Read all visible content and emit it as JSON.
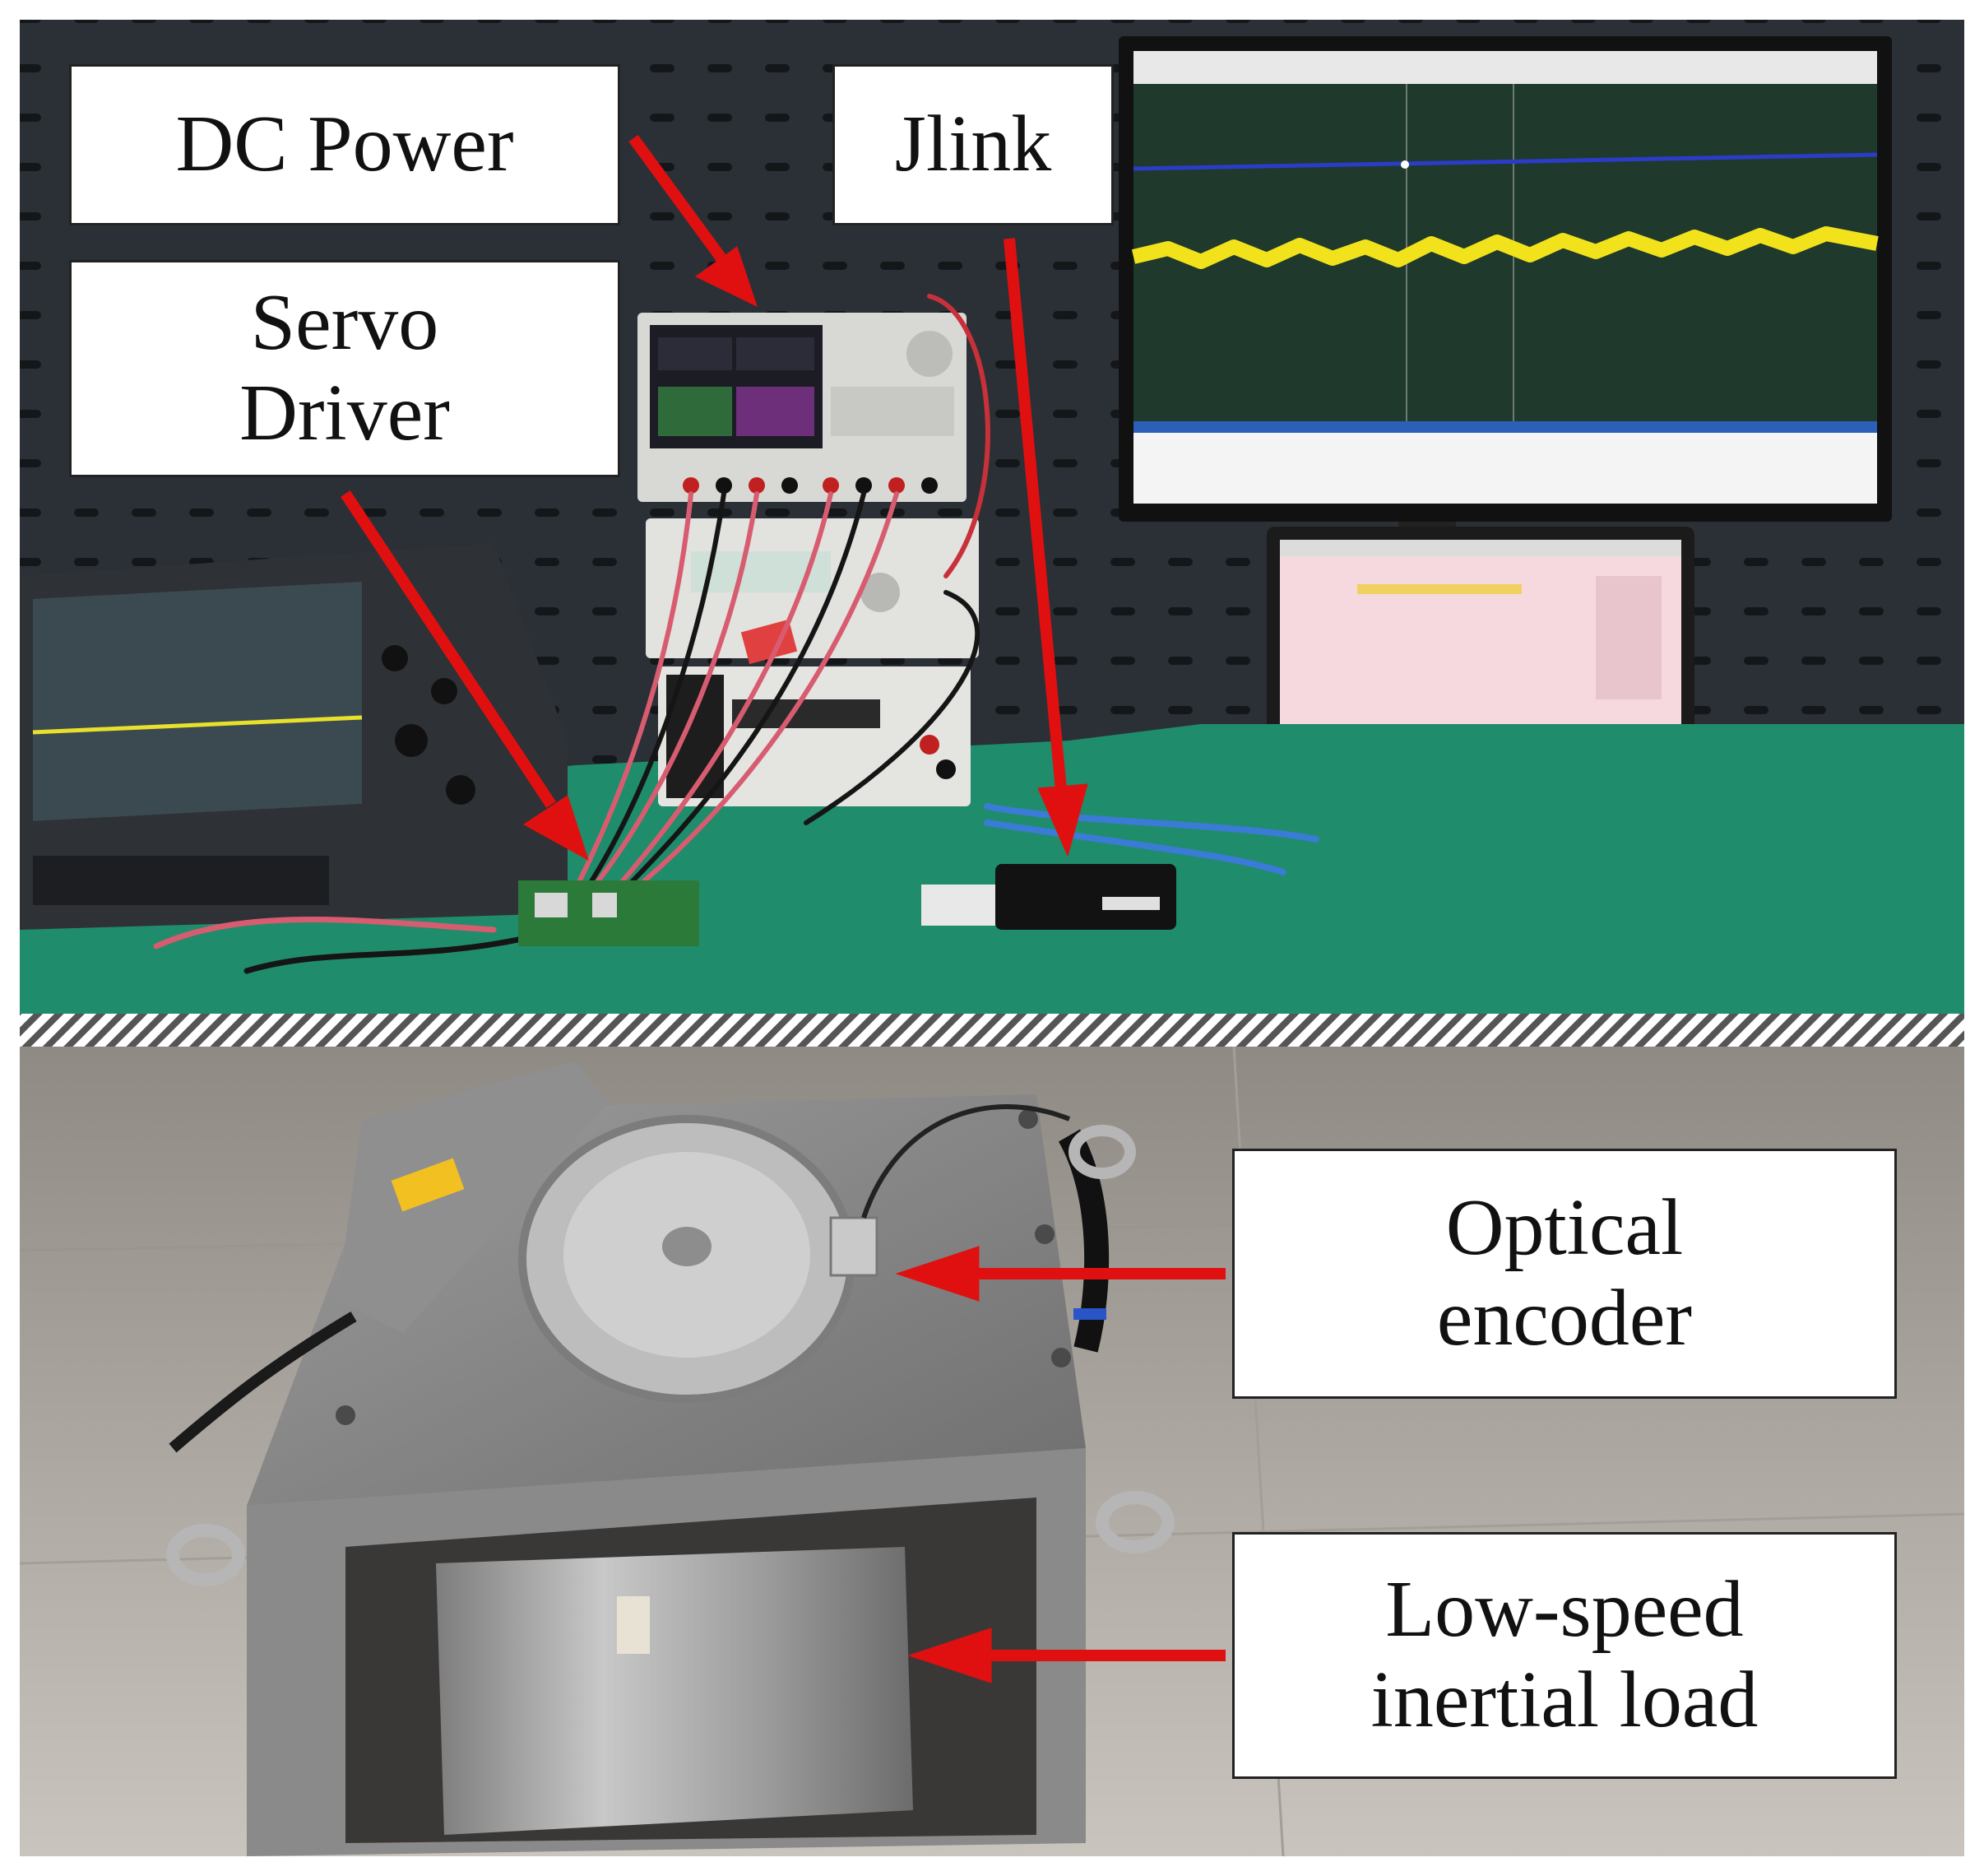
{
  "labels": {
    "dc_power": "DC Power",
    "servo_driver": "Servo\nDriver",
    "jlink": "Jlink",
    "optical_encoder": "Optical\nencoder",
    "inertial_load": "Low-speed\ninertial load"
  },
  "colors": {
    "arrow": "#e01010",
    "bench_green": "#1f8c6b",
    "pegboard": "#2b3036",
    "floor": "#b9b4ad",
    "steel": "#a8a8a8",
    "trace_yellow": "#f2e21c",
    "trace_blue": "#2a3cc8"
  }
}
